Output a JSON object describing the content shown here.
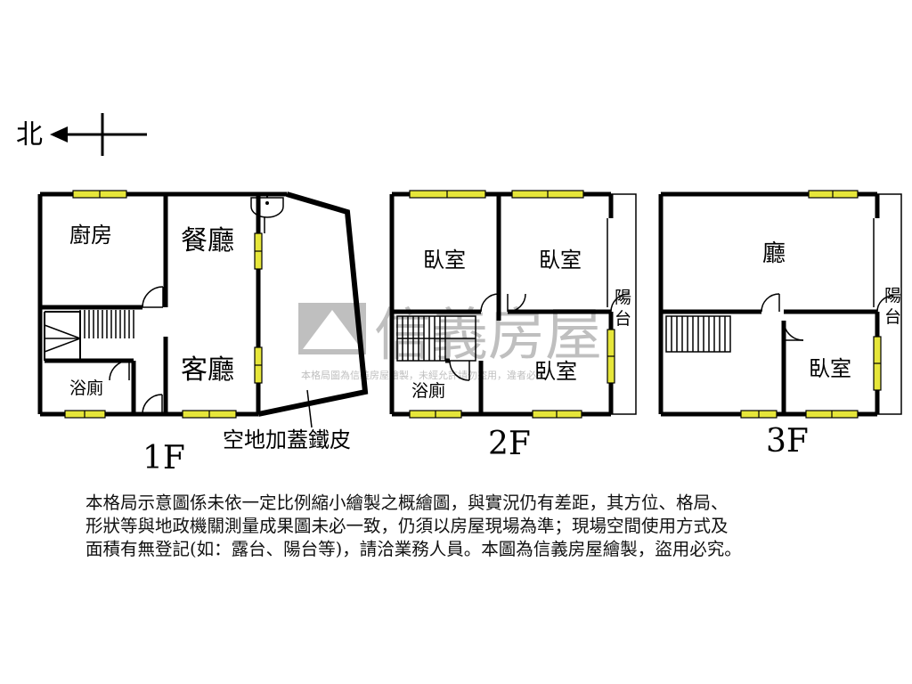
{
  "compass": {
    "label": "北"
  },
  "floors": {
    "f1": {
      "label": "1F",
      "rooms": {
        "kitchen": "廚房",
        "dining": "餐廳",
        "living": "客廳",
        "bath": "浴廁"
      },
      "annotation": "空地加蓋鐵皮"
    },
    "f2": {
      "label": "2F",
      "rooms": {
        "bed1": "臥室",
        "bed2": "臥室",
        "bed3": "臥室",
        "bath": "浴廁"
      },
      "balcony": [
        "陽",
        "台"
      ]
    },
    "f3": {
      "label": "3F",
      "rooms": {
        "hall": "廳",
        "bed": "臥室"
      },
      "balcony": [
        "陽",
        "台"
      ]
    }
  },
  "watermark": {
    "brand": "信義房屋",
    "small": "本格局圖為信義房屋繪製，未經允許請勿盜用，違者必究"
  },
  "disclaimer": [
    "本格局示意圖係未依一定比例縮小繪製之概繪圖，與實況仍有差距，其方位、格局、",
    "形狀等與地政機關測量成果圖未必一致，仍須以房屋現場為準；現場空間使用方式及",
    "面積有無登記(如：露台、陽台等)，請洽業務人員。本圖為信義房屋繪製，盜用必究。"
  ],
  "colors": {
    "wall": "#000000",
    "window": "#e6e63a",
    "watermark": "#8c8c8c"
  }
}
